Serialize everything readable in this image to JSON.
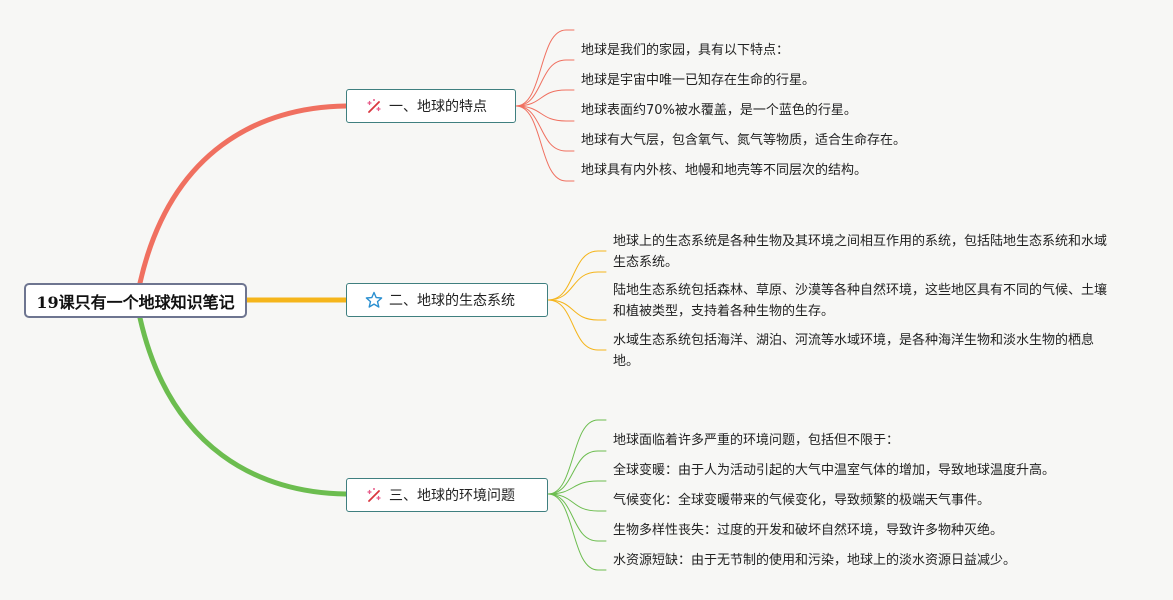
{
  "root": {
    "title": "19课只有一个地球知识笔记"
  },
  "branches": [
    {
      "label": "一、地球的特点",
      "icon": "magic-wand-icon",
      "color": "#f07060",
      "items": [
        "地球是我们的家园，具有以下特点：",
        "地球是宇宙中唯一已知存在生命的行星。",
        "地球表面约70%被水覆盖，是一个蓝色的行星。",
        "地球有大气层，包含氧气、氮气等物质，适合生命存在。",
        "地球具有内外核、地幔和地壳等不同层次的结构。"
      ]
    },
    {
      "label": "二、地球的生态系统",
      "icon": "star-icon",
      "color": "#f5b51b",
      "items": [
        "地球上的生态系统是各种生物及其环境之间相互作用的系统，包括陆地生态系统和水域生态系统。",
        "陆地生态系统包括森林、草原、沙漠等各种自然环境，这些地区具有不同的气候、土壤和植被类型，支持着各种生物的生存。",
        "水域生态系统包括海洋、湖泊、河流等水域环境，是各种海洋生物和淡水生物的栖息地。"
      ]
    },
    {
      "label": "三、地球的环境问题",
      "icon": "magic-wand-icon",
      "color": "#6cbd4f",
      "items": [
        "地球面临着许多严重的环境问题，包括但不限于：",
        "全球变暖：由于人为活动引起的大气中温室气体的增加，导致地球温度升高。",
        "气候变化：全球变暖带来的气候变化，导致频繁的极端天气事件。",
        "生物多样性丧失：过度的开发和破坏自然环境，导致许多物种灭绝。",
        "水资源短缺：由于无节制的使用和污染，地球上的淡水资源日益减少。"
      ]
    }
  ]
}
